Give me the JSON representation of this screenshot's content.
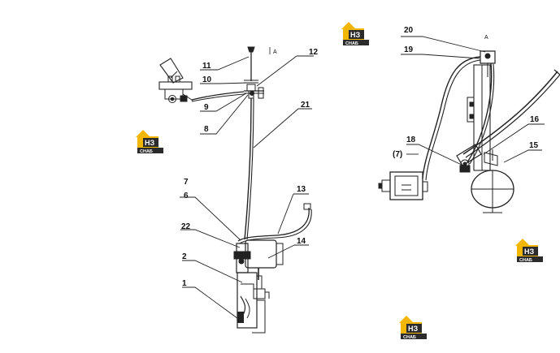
{
  "callouts": {
    "c1": "1",
    "c2": "2",
    "c6": "6",
    "c7": "7",
    "c8": "8",
    "c9": "9",
    "c10": "10",
    "c11": "11",
    "c12": "12",
    "c13": "13",
    "c14": "14",
    "c15": "15",
    "c16": "16",
    "c18": "18",
    "c7b": "(7)",
    "c19": "19",
    "c20": "20",
    "c21": "21",
    "c22": "22"
  },
  "view_marks": {
    "left": "A",
    "right": "A"
  },
  "watermark": {
    "top": "НЗ",
    "bottom": "СНАБ",
    "colors": {
      "yellow": "#f2b705",
      "dark": "#2b2b2b",
      "white": "#ffffff"
    }
  },
  "icons": {
    "watermark": "nzsnab-logo-icon"
  },
  "line_color": "#222222"
}
